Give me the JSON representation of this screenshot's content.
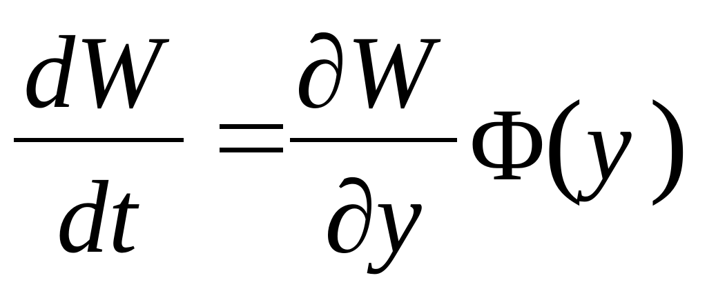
{
  "equation": {
    "lhs": {
      "numerator": "dW",
      "denominator": "dt"
    },
    "equals": "=",
    "rhs": {
      "numerator": "∂W",
      "denominator": "∂y",
      "function_symbol": "Φ",
      "open_paren": "(",
      "argument": "y",
      "close_paren": ")"
    }
  }
}
